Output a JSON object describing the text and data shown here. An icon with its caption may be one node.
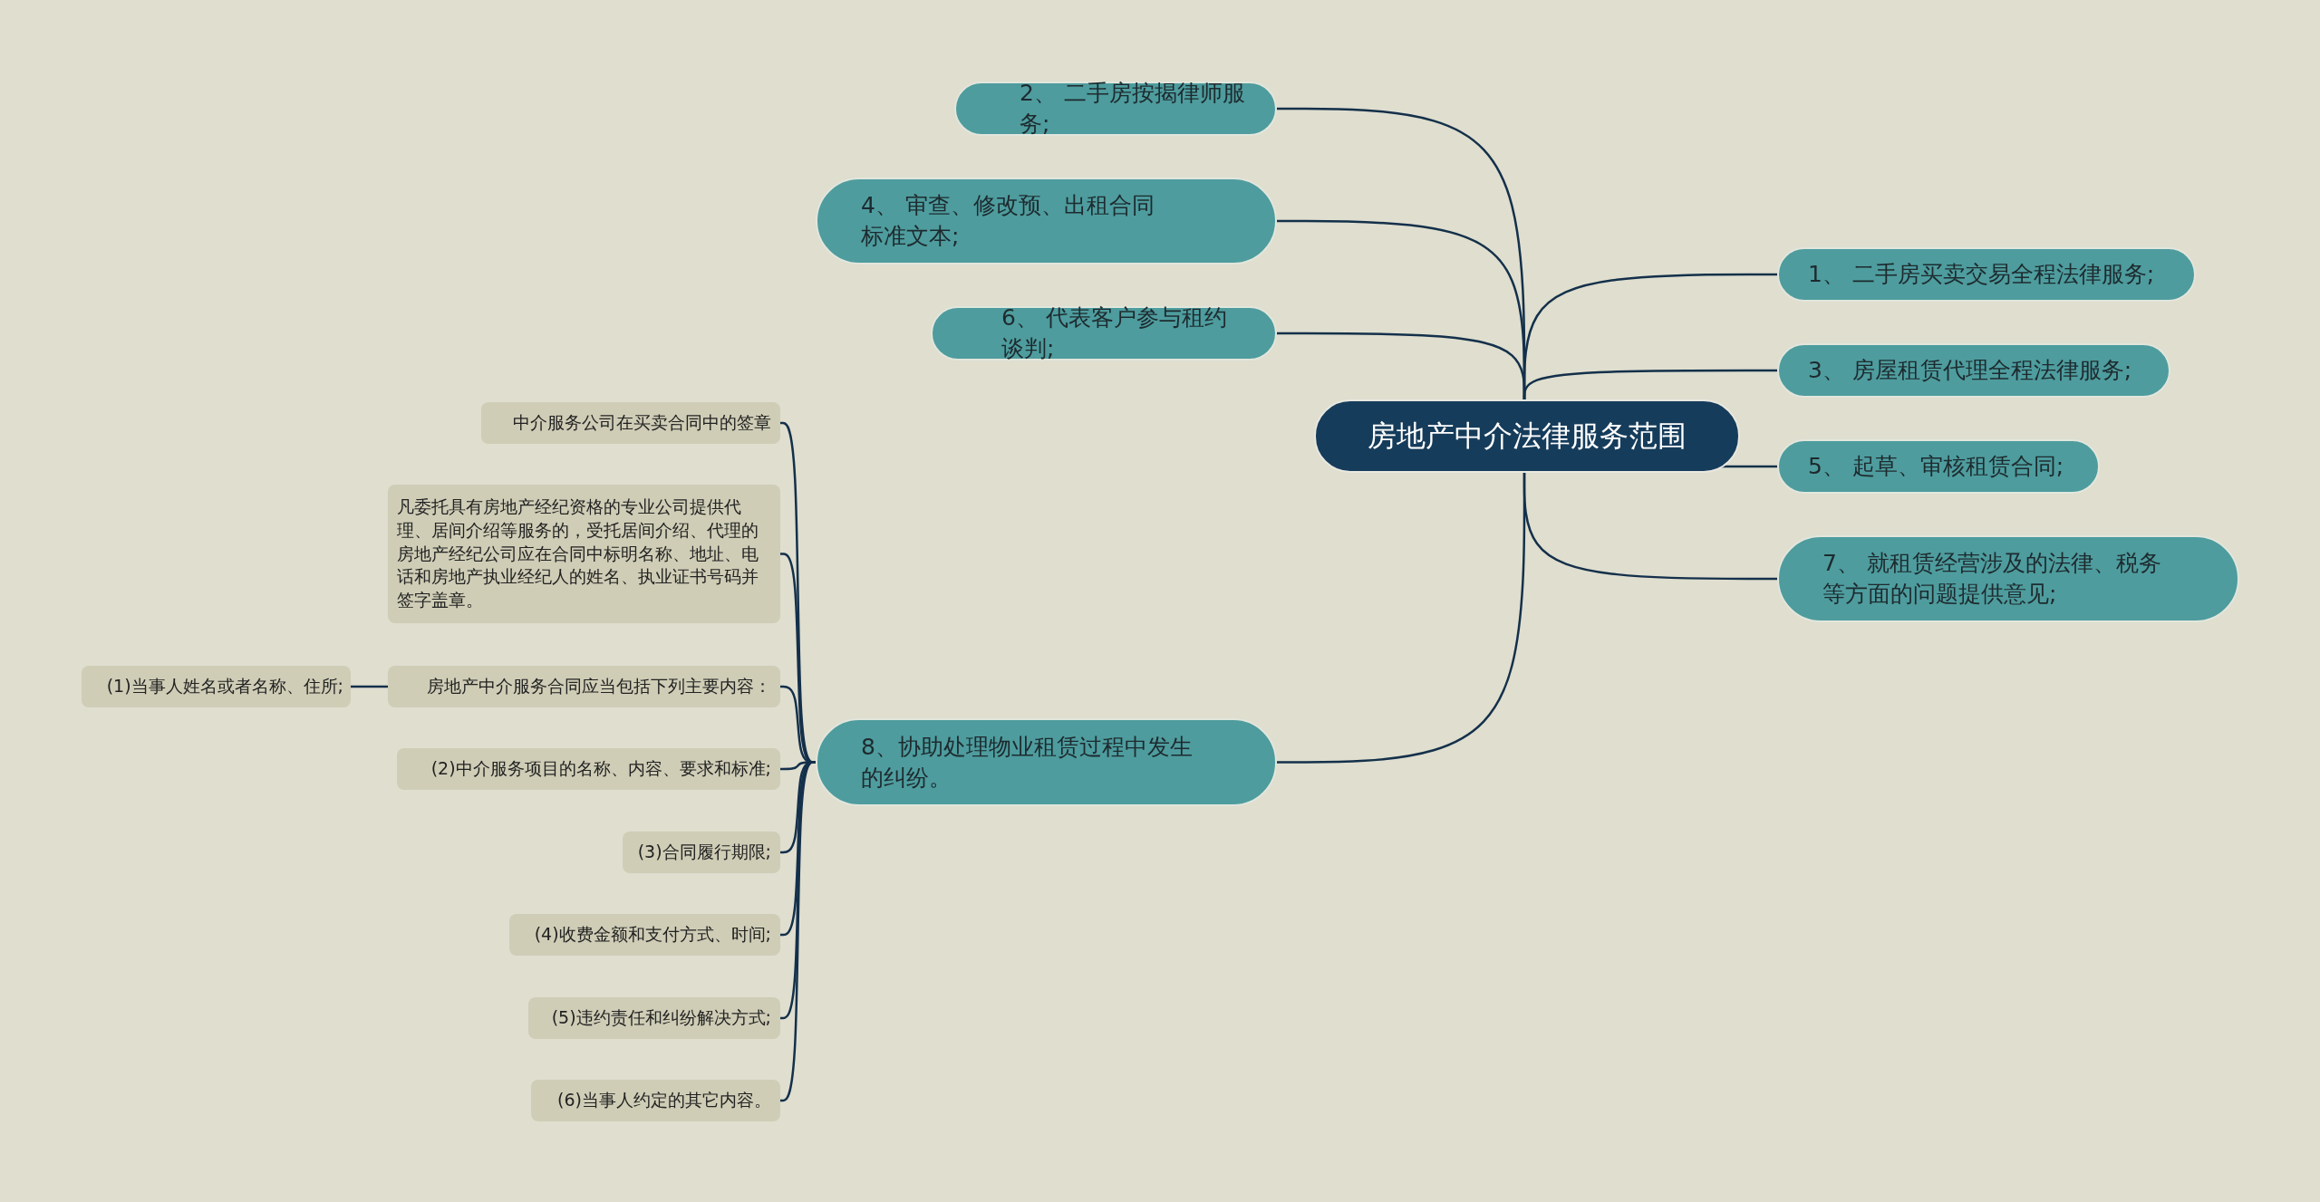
{
  "diagram": {
    "nodes": [
      {
        "text": [
          "房地产中介法律服务范围"
        ]
      },
      {
        "text": [
          "2、 二手房按揭律师服务;"
        ]
      },
      {
        "text": [
          "4、 审查、修改预、出租合同标准文本;"
        ]
      },
      {
        "text": [
          "6、 代表客户参与租约谈判;"
        ]
      },
      {
        "text": [
          "1、 二手房买卖交易全程法律服务;"
        ]
      },
      {
        "text": [
          "3、 房屋租赁代理全程法律服务;"
        ]
      },
      {
        "text": [
          "5、 起草、审核租赁合同;"
        ]
      },
      {
        "text": [
          "7、 就租赁经营涉及的法律、税务等方面的问题提供意见;"
        ]
      },
      {
        "text": [
          "8、协助处理物业租赁过程中发生的纠纷。"
        ]
      },
      {
        "text": [
          "中介服务公司在买卖合同中的签章"
        ]
      },
      {
        "text": [
          "凡委托具有房地产经纪资格的专业公司提供代理、居间介绍等服务的，受托居间介绍、代理的房地产经纪公司应在合同中标明名称、地址、电话和房地产执业经纪人的姓名、执业证书号码并签字盖章。"
        ]
      },
      {
        "text": [
          "房地产中介服务合同应当包括下列主要内容："
        ]
      },
      {
        "text": [
          "(1)当事人姓名或者名称、住所;"
        ]
      },
      {
        "text": [
          "(2)中介服务项目的名称、内容、要求和标准;"
        ]
      },
      {
        "text": [
          "(3)合同履行期限;"
        ]
      },
      {
        "text": [
          "(4)收费金额和支付方式、时间;"
        ]
      },
      {
        "text": [
          "(5)违约责任和纠纷解决方式;"
        ]
      },
      {
        "text": [
          "(6)当事人约定的其它内容。"
        ]
      }
    ],
    "edges": [
      {
        "from": 0,
        "to": 1,
        "arrow": "none"
      },
      {
        "from": 0,
        "to": 2,
        "arrow": "none"
      },
      {
        "from": 0,
        "to": 3,
        "arrow": "none"
      },
      {
        "from": 0,
        "to": 4,
        "arrow": "none"
      },
      {
        "from": 0,
        "to": 5,
        "arrow": "none"
      },
      {
        "from": 0,
        "to": 6,
        "arrow": "none"
      },
      {
        "from": 0,
        "to": 7,
        "arrow": "none"
      },
      {
        "from": 0,
        "to": 8,
        "arrow": "none"
      },
      {
        "from": 8,
        "to": 9,
        "arrow": "none"
      },
      {
        "from": 8,
        "to": 10,
        "arrow": "none"
      },
      {
        "from": 8,
        "to": 11,
        "arrow": "none"
      },
      {
        "from": 11,
        "to": 12,
        "arrow": "none"
      },
      {
        "from": 8,
        "to": 13,
        "arrow": "none"
      },
      {
        "from": 8,
        "to": 14,
        "arrow": "none"
      },
      {
        "from": 8,
        "to": 15,
        "arrow": "none"
      },
      {
        "from": 8,
        "to": 16,
        "arrow": "none"
      },
      {
        "from": 8,
        "to": 17,
        "arrow": "none"
      }
    ]
  }
}
